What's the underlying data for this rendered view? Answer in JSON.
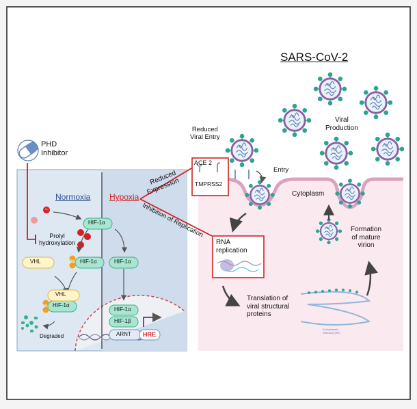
{
  "title": "SARS-CoV-2",
  "phd_inhibitor": "PHD\nInhibitor",
  "normoxia": "Normoxia",
  "hypoxia": "Hypoxia",
  "o2": "O₂",
  "oh": "OH",
  "prolyl_hydroxylation": "Prolyl\nhydroxylation",
  "hif1a": "HIF-1α",
  "hif1b": "HIF-1β",
  "vhl": "VHL",
  "arnt": "ARNT",
  "hre": "HRE",
  "degraded": "Degraded",
  "reduced_expression": "Reduced\nExpression",
  "inhibition_of_replication": "Inhibition of Replication",
  "reduced_viral_entry": "Reduced\nViral Entry",
  "ace2": "ACE 2",
  "tmprss2": "TMPRSS2",
  "entry": "Entry",
  "cytoplasm": "Cytoplasm",
  "viral_production": "Viral\nProduction",
  "rna_replication": "RNA\nreplication",
  "translation": "Translation of\nviral structural\nproteins",
  "er_label": "Endoplasmic\nreticulum (ER)",
  "formation": "Formation\nof mature\nvirion",
  "colors": {
    "inhibit_red": "#d42020",
    "left_panel": "#dde8f3",
    "right_panel": "#fbe9f0",
    "hif_green": "#a9e6d2"
  }
}
